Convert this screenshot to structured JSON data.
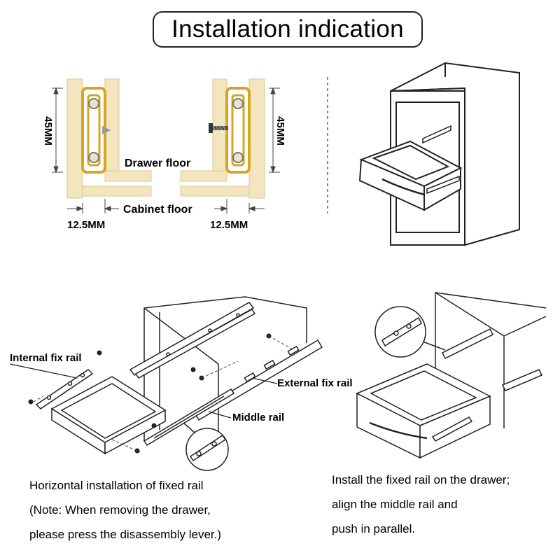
{
  "title": "Installation indication",
  "dimensions": {
    "height_left": "45MM",
    "height_right": "45MM",
    "drawer_floor": "Drawer floor",
    "cabinet_floor": "Cabinet floor",
    "gap_left": "12.5MM",
    "gap_right": "12.5MM"
  },
  "callouts": {
    "internal": "Internal fix rail",
    "external": "External fix rail",
    "middle": "Middle rail"
  },
  "captions": {
    "left": [
      "Horizontal installation of fixed rail",
      "(Note: When removing the drawer,",
      "please press the disassembly lever.)"
    ],
    "right": [
      "Install the fixed rail on the drawer;",
      "align the middle rail and",
      "push in parallel."
    ]
  },
  "colors": {
    "wood": "#f3e6bf",
    "rail": "#d9a520",
    "line": "#222222",
    "divider": "#c0392b"
  }
}
